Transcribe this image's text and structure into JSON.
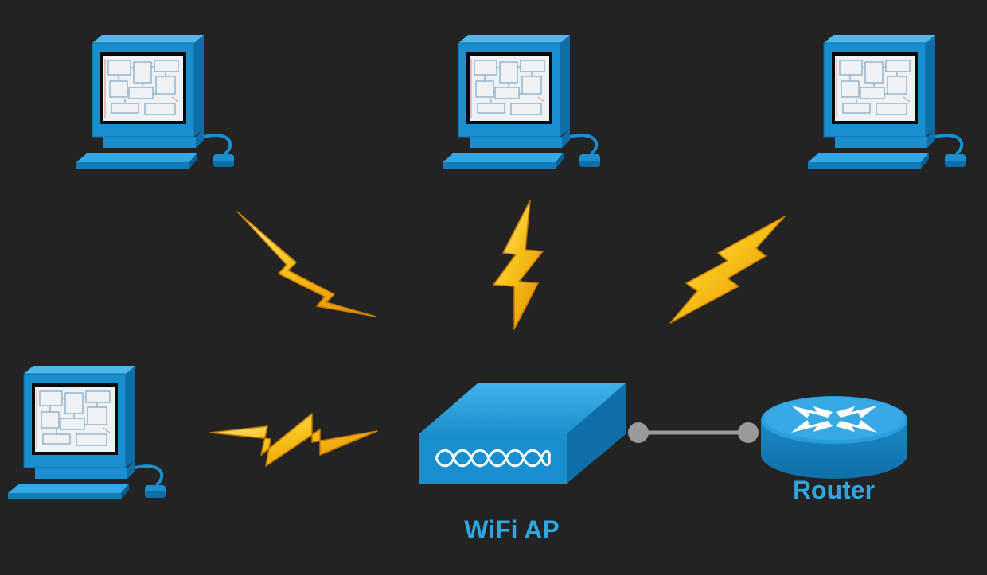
{
  "diagram": {
    "nodes": {
      "access_point": {
        "label": "WiFi AP",
        "icon": "wifi-access-point-icon"
      },
      "router": {
        "label": "Router",
        "icon": "router-icon"
      },
      "computers": [
        {
          "icon": "computer-icon"
        },
        {
          "icon": "computer-icon"
        },
        {
          "icon": "computer-icon"
        },
        {
          "icon": "computer-icon"
        }
      ]
    },
    "links": [
      {
        "from": "computer-1",
        "to": "access_point",
        "type": "wireless"
      },
      {
        "from": "computer-2",
        "to": "access_point",
        "type": "wireless"
      },
      {
        "from": "computer-3",
        "to": "access_point",
        "type": "wireless"
      },
      {
        "from": "computer-4",
        "to": "access_point",
        "type": "wireless"
      },
      {
        "from": "access_point",
        "to": "router",
        "type": "wired"
      }
    ],
    "colors": {
      "background": "#232323",
      "device_blue": "#1a8fd0",
      "label_blue": "#2ea6e0",
      "lightning_yellow": "#f7c21a",
      "cable_gray": "#9a9a9a"
    }
  }
}
